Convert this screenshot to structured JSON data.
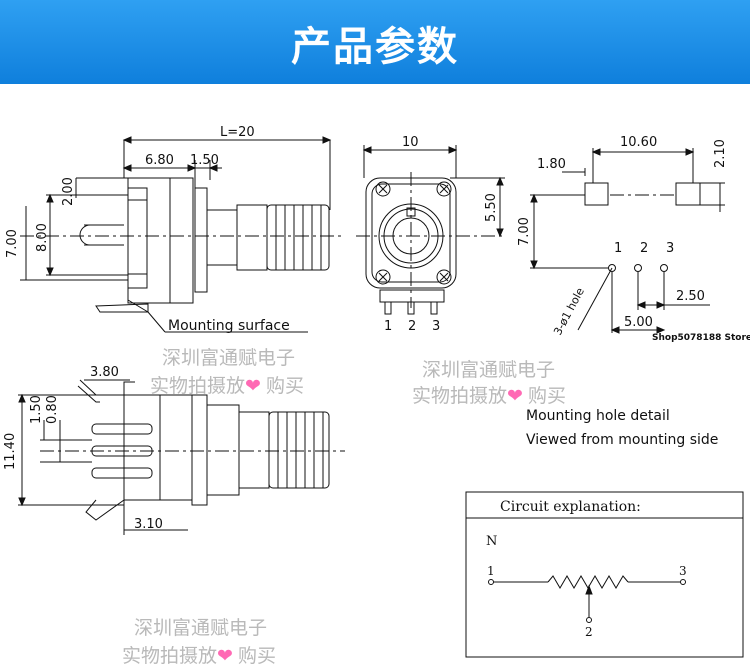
{
  "header": {
    "title": "产品参数"
  },
  "drawings": {
    "side_view": {
      "length": "L=20",
      "dim_top_a": "6.80",
      "dim_top_b": "1.50",
      "dim_left_a": "2.00",
      "dim_left_b": "8.00",
      "dim_left_c": "7.00",
      "mounting_label": "Mounting surface"
    },
    "front_view": {
      "width": "10",
      "height": "5.50",
      "pins": [
        "1",
        "2",
        "3"
      ]
    },
    "hole_detail": {
      "dim_top": "10.60",
      "dim_right": "2.10",
      "dim_left_a": "1.80",
      "dim_left_b": "7.00",
      "pins": [
        "1",
        "2",
        "3"
      ],
      "hole_label": "3-ø1 hole",
      "dim_pitch": "2.50",
      "dim_span": "5.00",
      "store_label": "Shop5078188 Store",
      "caption_line1": "Mounting hole detail",
      "caption_line2": "Viewed from mounting side"
    },
    "bottom_view": {
      "dim_top": "3.80",
      "dim_left_a": "1.50",
      "dim_left_b": "0.80",
      "dim_left_c": "11.40",
      "dim_bottom": "3.10"
    }
  },
  "circuit": {
    "title": "Circuit explanation:",
    "label_n": "N",
    "pin_1": "1",
    "pin_2": "2",
    "pin_3": "3"
  },
  "watermarks": {
    "line1": "深圳富通赋电子",
    "line2_left": "实物拍摄放",
    "line2_right": "购买",
    "heart_color": "#ff69b4"
  }
}
